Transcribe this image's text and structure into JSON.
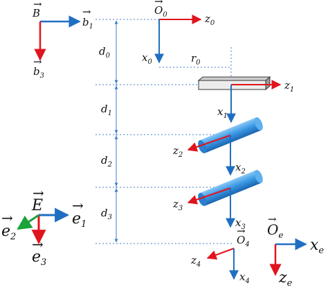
{
  "colors": {
    "blue": "#1f6fc1",
    "red": "#e0141e",
    "green": "#1aa33a",
    "guide": "#3a7fc8",
    "cylinder": "#3d9be6",
    "box": "#e8e8e8"
  },
  "frame_B": {
    "origin": "B",
    "x_axis": "b",
    "x_sub": "1",
    "z_axis": "b",
    "z_sub": "3"
  },
  "frame_E": {
    "origin": "E",
    "e1": "e",
    "e1_sub": "1",
    "e2": "e",
    "e2_sub": "2",
    "e3": "e",
    "e3_sub": "3"
  },
  "frame_Oe": {
    "origin": "O",
    "origin_sub": "e",
    "x_axis": "x",
    "x_sub": "e",
    "z_axis": "z",
    "z_sub": "e"
  },
  "frame_0": {
    "origin": "O",
    "origin_sub": "0",
    "x": "x",
    "x_sub": "0",
    "z": "z",
    "z_sub": "0",
    "r": "r",
    "r_sub": "0"
  },
  "frame_1": {
    "x": "x",
    "x_sub": "1",
    "z": "z",
    "z_sub": "1"
  },
  "frame_2": {
    "x": "x",
    "x_sub": "2",
    "z": "z",
    "z_sub": "2"
  },
  "frame_3": {
    "x": "x",
    "x_sub": "3",
    "z": "z",
    "z_sub": "3"
  },
  "frame_4": {
    "origin": "O",
    "origin_sub": "4",
    "x": "x",
    "x_sub": "4",
    "z": "z",
    "z_sub": "4"
  },
  "distances": [
    {
      "name": "d",
      "sub": "0"
    },
    {
      "name": "d",
      "sub": "1"
    },
    {
      "name": "d",
      "sub": "2"
    },
    {
      "name": "d",
      "sub": "3"
    }
  ]
}
